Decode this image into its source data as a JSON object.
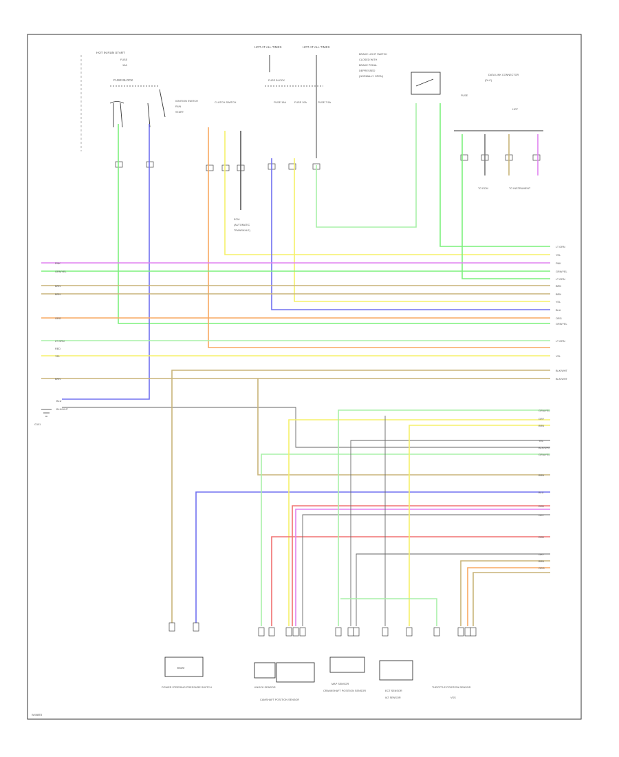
{
  "figure_code": "W4N8E5",
  "top_labels": {
    "hot_in_run_start": "HOT IN RUN START",
    "hot_at_all_times_1": "HOT AT ALL TIMES",
    "hot_at_all_times_2": "HOT AT ALL TIMES",
    "hot_in_run": "HOT IN RUN",
    "fuse_block": "FUSE BLOCK",
    "ignition_switch": "IGNITION SWITCH",
    "clutch_switch": "CLUTCH SWITCH",
    "brake_light_switch": "BRAKE LIGHT SWITCH",
    "data_link_connector": "DATA LINK CONNECTOR"
  },
  "components": {
    "ecm": "ECM",
    "power_steering": "POWER STEERING PRESSURE SWITCH",
    "knock_sensor": "KNOCK SENSOR",
    "camshaft_position": "CAMSHAFT POSITION SENSOR",
    "crankshaft_position": "CRANKSHAFT POSITION SENSOR",
    "map_sensor": "MAP SENSOR",
    "iat_sensor": "IAT SENSOR",
    "ect_sensor": "ECT SENSOR",
    "throttle_position": "THROTTLE POSITION SENSOR",
    "vss": "VSS",
    "ground": "G101"
  },
  "wire_colors": {
    "blk_wht": "BLK/WHT",
    "lt_grn": "LT GRN",
    "blu": "BLU",
    "red": "RED",
    "yel": "YEL",
    "org": "ORG",
    "brn": "BRN",
    "wht": "WHT",
    "grn_yel": "GRN/YEL",
    "blk": "BLK",
    "pnk": "PNK",
    "gry": "GRY"
  },
  "colors": {
    "green": "#7cf07c",
    "purple": "#e080f0",
    "tan": "#c8b478",
    "orange": "#f8a860",
    "lightgreen": "#a8f0a8",
    "yellow": "#f5f068",
    "blue": "#7070f0",
    "red": "#f07070",
    "gray": "#888888"
  }
}
